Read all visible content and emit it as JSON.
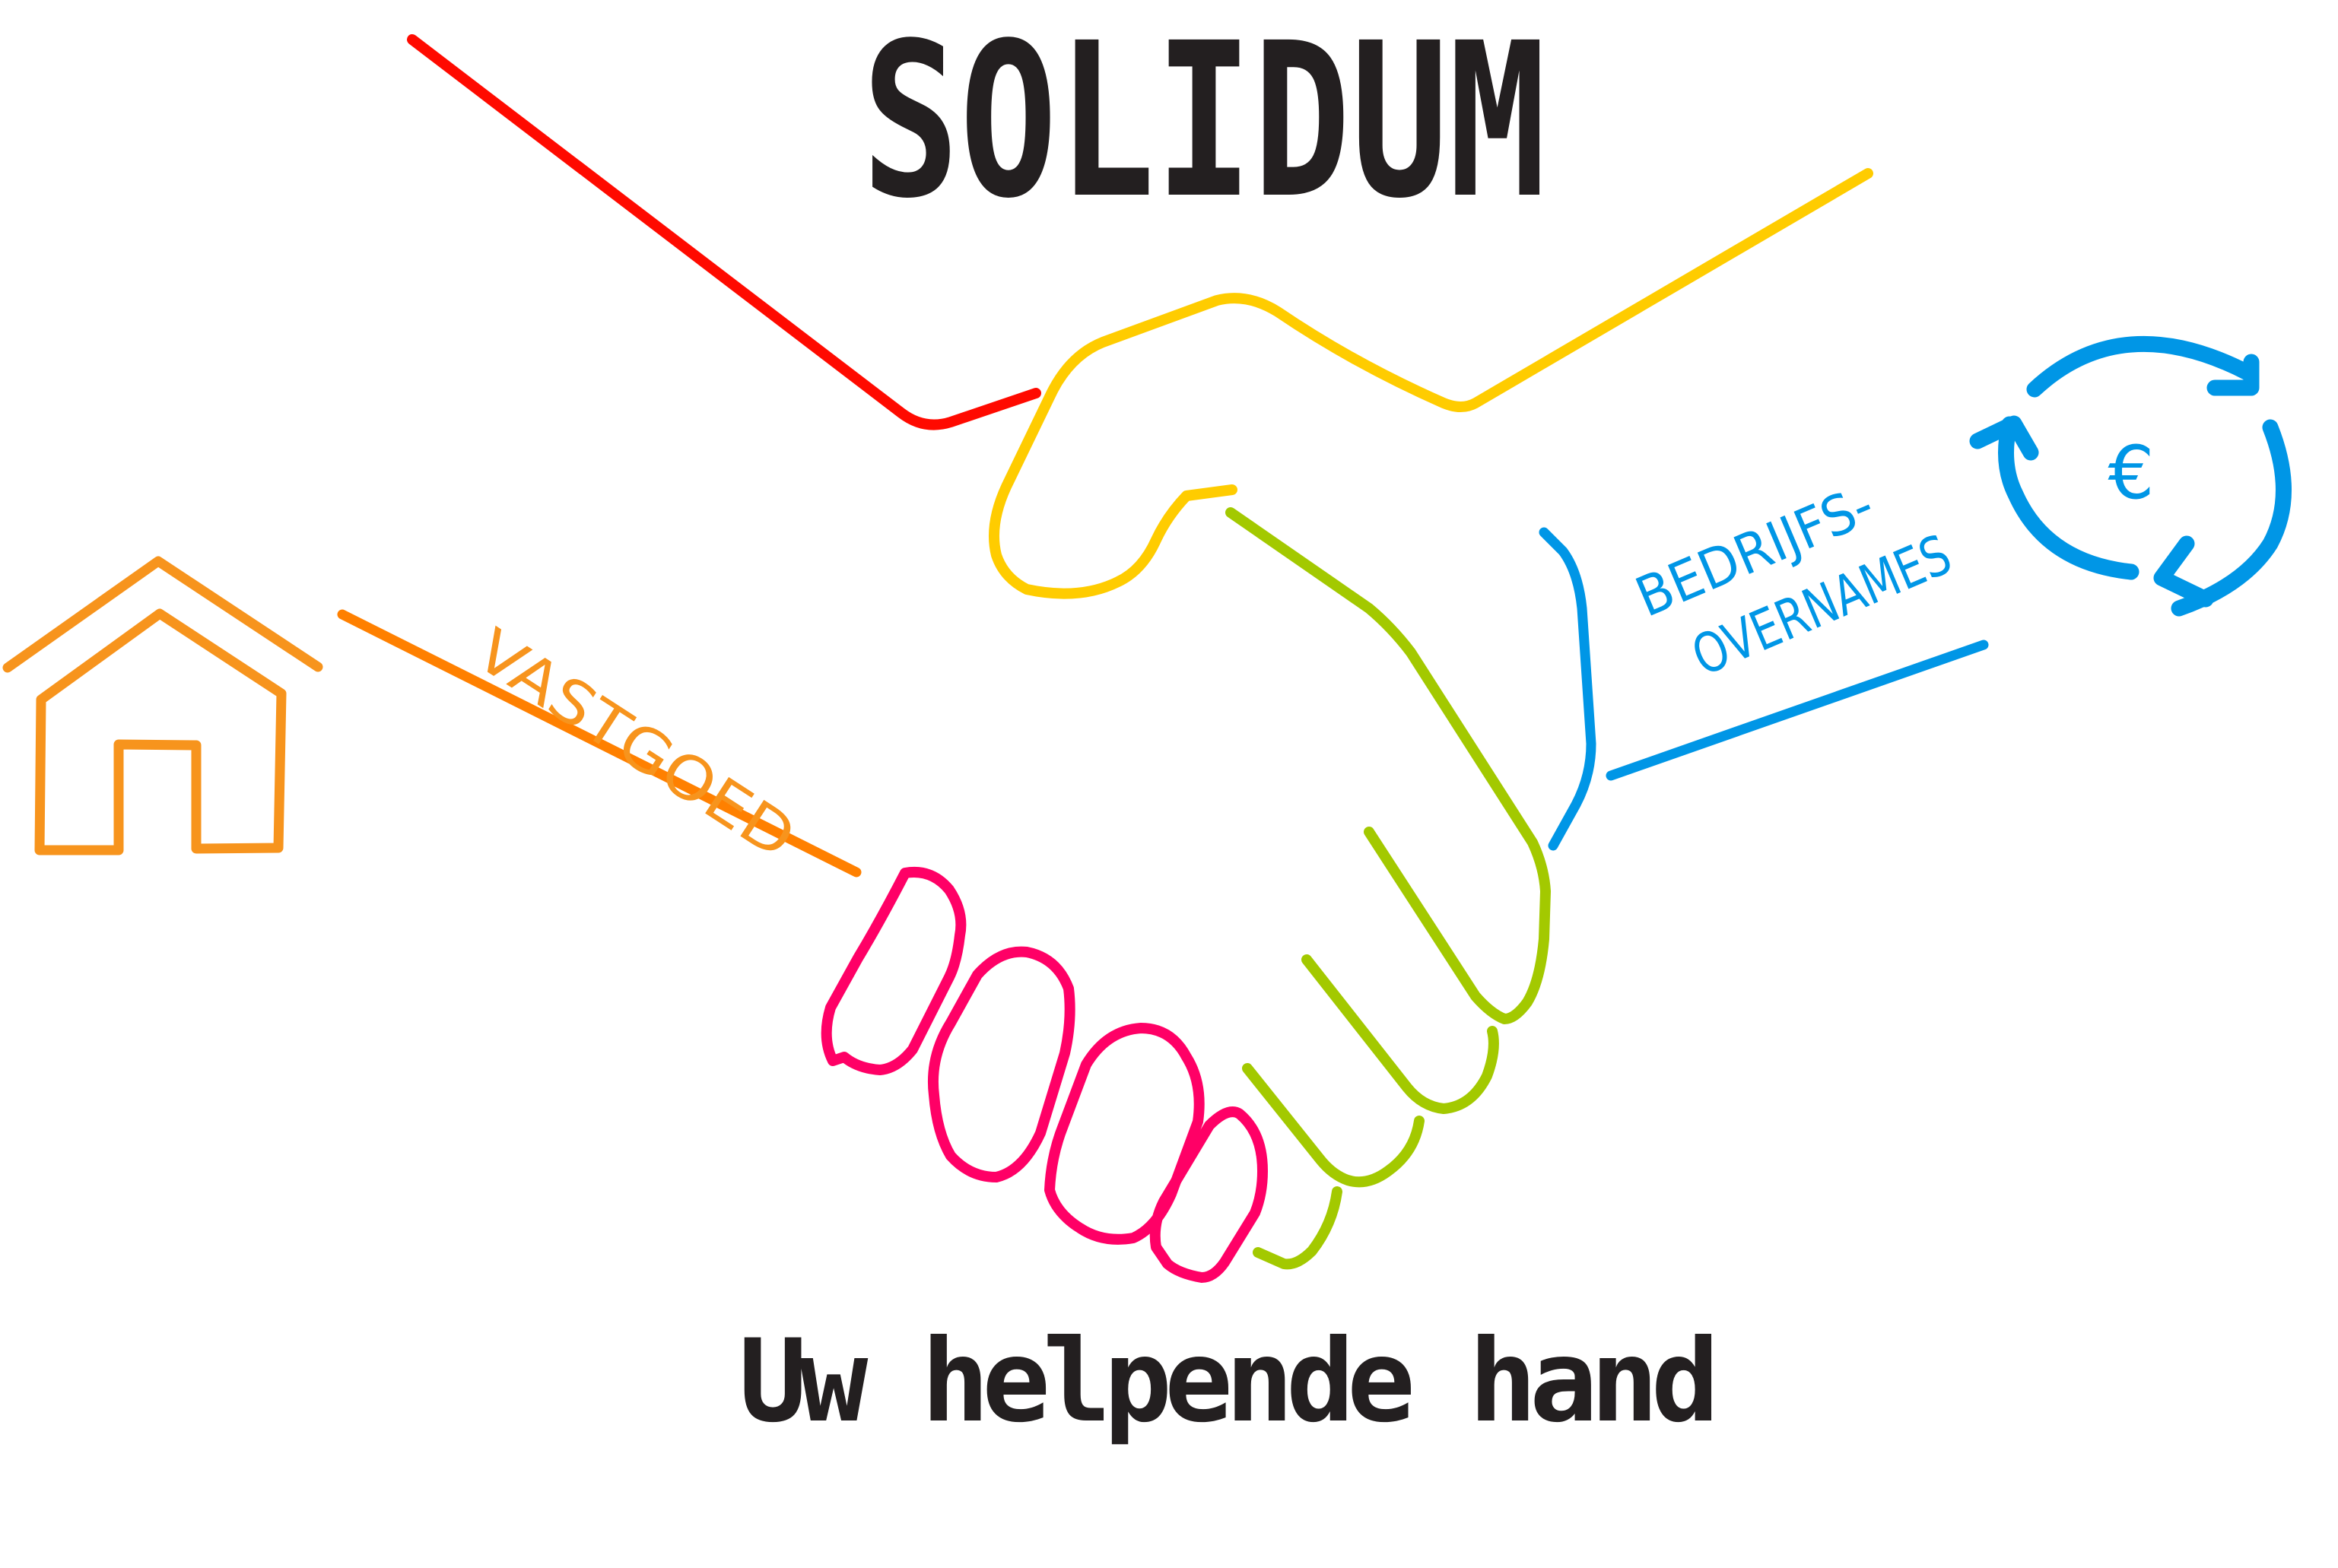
{
  "brand": {
    "title": "SOLIDUM",
    "tagline": "Uw helpende hand",
    "text_color": "#231f20"
  },
  "sections": {
    "vastgoed": {
      "label": "VASTGOED",
      "icon": "house-icon",
      "color": "#f7941d",
      "line_color": "#ff8000"
    },
    "bedrijfsovernames": {
      "label_line1": "BEDRIJFS-",
      "label_line2": "OVERNAMES",
      "icon": "euro-cycle-icon",
      "icon_symbol": "€",
      "color": "#0096e6"
    }
  },
  "handshake": {
    "colors": {
      "red": "#ff0a00",
      "yellow": "#ffcc00",
      "green": "#a3c900",
      "pink": "#ff0066",
      "blue": "#0096e6",
      "orange": "#ff8000"
    }
  }
}
